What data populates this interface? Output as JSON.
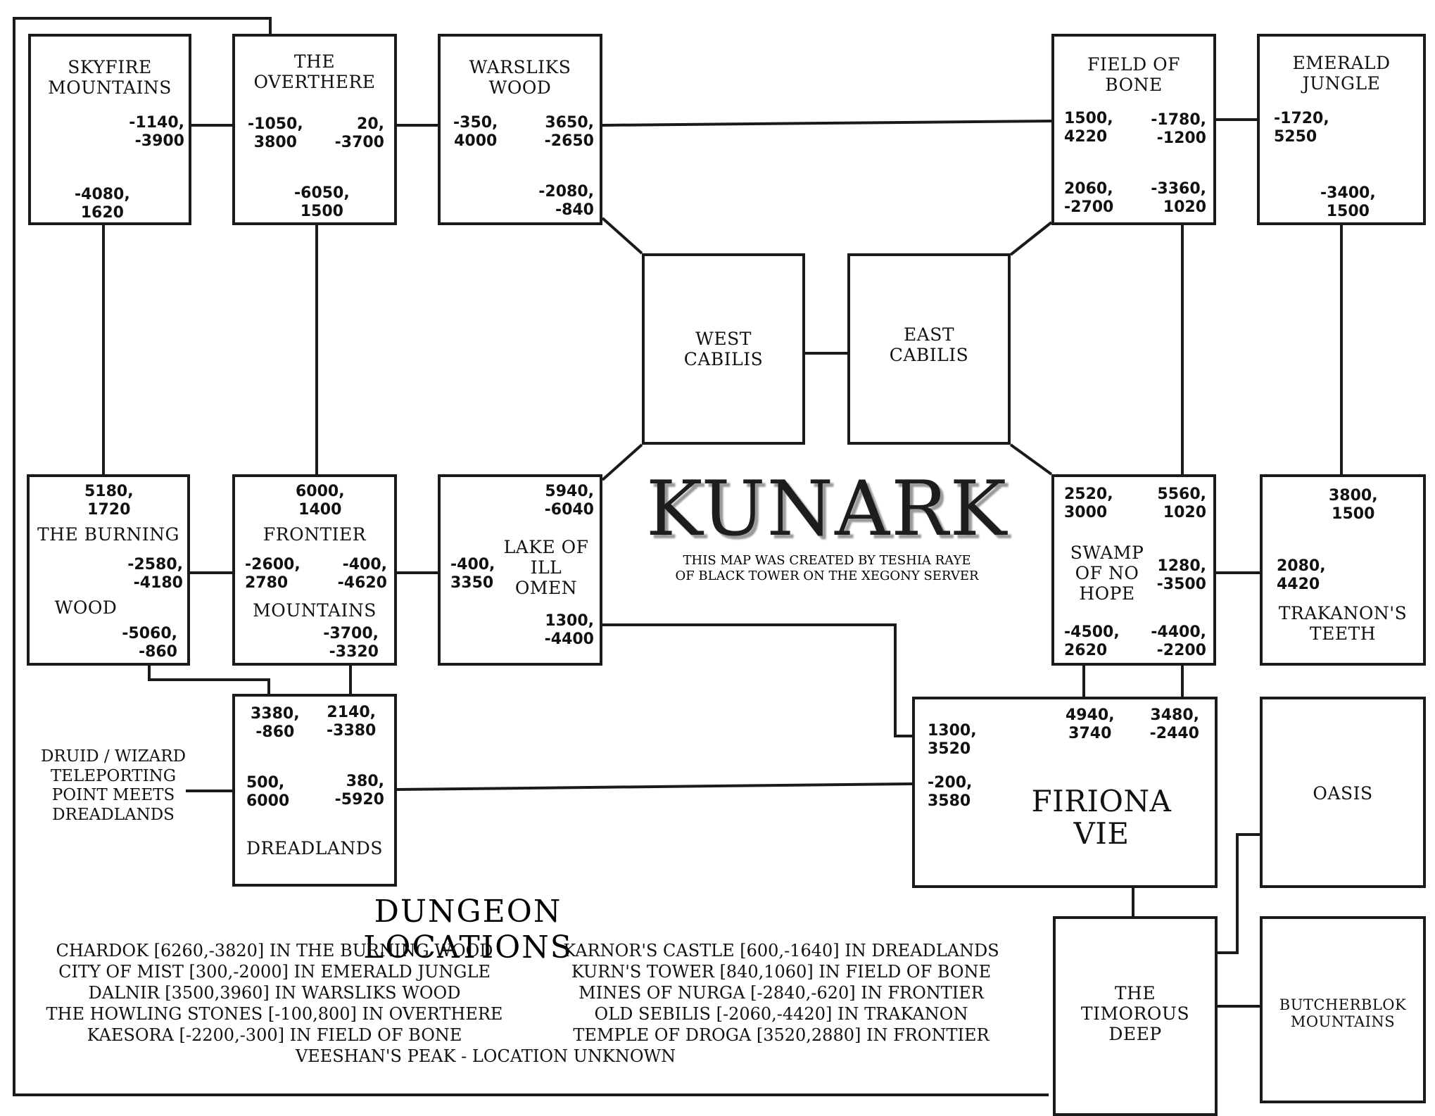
{
  "map": {
    "title": "KUNARK",
    "credit": "This map was created by Teshia Raye\nof Black Tower on the Xegony server"
  },
  "zones": {
    "skyfire": {
      "name": "Skyfire\nMountains",
      "c1": "-1140,\n-3900",
      "c2": "-4080,\n1620"
    },
    "overthere": {
      "name": "The\nOverthere",
      "c1": "-1050,\n3800",
      "c2": "20,\n-3700",
      "c3": "-6050,\n1500"
    },
    "warsliks": {
      "name": "Warsliks\nWood",
      "c1": "-350,\n4000",
      "c2": "3650,\n-2650",
      "c3": "-2080,\n-840"
    },
    "fieldofbone": {
      "name": "Field of\nBone",
      "c1": "1500,\n4220",
      "c2": "-1780,\n-1200",
      "c3": "2060,\n-2700",
      "c4": "-3360,\n1020"
    },
    "emerald": {
      "name": "Emerald\nJungle",
      "c1": "-1720,\n5250",
      "c2": "-3400,\n1500"
    },
    "westcabilis": {
      "name": "West\nCabilis"
    },
    "eastcabilis": {
      "name": "East\nCabilis"
    },
    "burning": {
      "name1": "The Burning",
      "name2": "Wood",
      "c1": "5180,\n1720",
      "c2": "-2580,\n-4180",
      "c3": "-5060,\n-860"
    },
    "frontier": {
      "name1": "Frontier",
      "name2": "Mountains",
      "c1": "6000,\n1400",
      "c2": "-2600,\n2780",
      "c3": "-400,\n-4620",
      "c4": "-3700,\n-3320"
    },
    "lakeofill": {
      "name": "Lake of\nIll\nOmen",
      "c1": "5940,\n-6040",
      "c2": "-400,\n3350",
      "c3": "1300,\n-4400"
    },
    "swamp": {
      "name": "Swamp\nof No\nHope",
      "c1": "2520,\n3000",
      "c2": "5560,\n1020",
      "c3": "1280,\n-3500",
      "c4": "-4500,\n2620",
      "c5": "-4400,\n-2200"
    },
    "trakanon": {
      "name": "Trakanon's\nTeeth",
      "c1": "3800,\n1500",
      "c2": "2080,\n4420"
    },
    "dreadlands": {
      "name": "Dreadlands",
      "c1": "3380,\n-860",
      "c2": "2140,\n-3380",
      "c3": "500,\n6000",
      "c4": "380,\n-5920"
    },
    "firiona": {
      "name": "Firiona\nVie",
      "c1": "1300,\n3520",
      "c2": "-200,\n3580",
      "c3": "4940,\n3740",
      "c4": "3480,\n-2440"
    },
    "oasis": {
      "name": "Oasis"
    },
    "timorous": {
      "name": "The\nTimorous\nDeep"
    },
    "butcherblok": {
      "name": "Butcherblok\nMountains"
    }
  },
  "teleport_note": "Druid / Wizard\nTeleporting\nPoint meets\nDreadlands",
  "dungeons": {
    "heading": "Dungeon Locations",
    "left": [
      "Chardok [6260,-3820] in the Burning Wood",
      "City of Mist [300,-2000] in Emerald Jungle",
      "Dalnir [3500,3960] in Warsliks Wood",
      "The Howling Stones [-100,800] in Overthere",
      "Kaesora [-2200,-300] in Field of Bone"
    ],
    "right": [
      "Karnor's Castle [600,-1640] in  Dreadlands",
      "Kurn's Tower [840,1060] in Field of Bone",
      "Mines of Nurga [-2840,-620] in Frontier",
      "Old Sebilis [-2060,-4420] in Trakanon",
      "Temple of Droga [3520,2880] in Frontier"
    ],
    "last": "Veeshan's Peak - location unknown"
  }
}
